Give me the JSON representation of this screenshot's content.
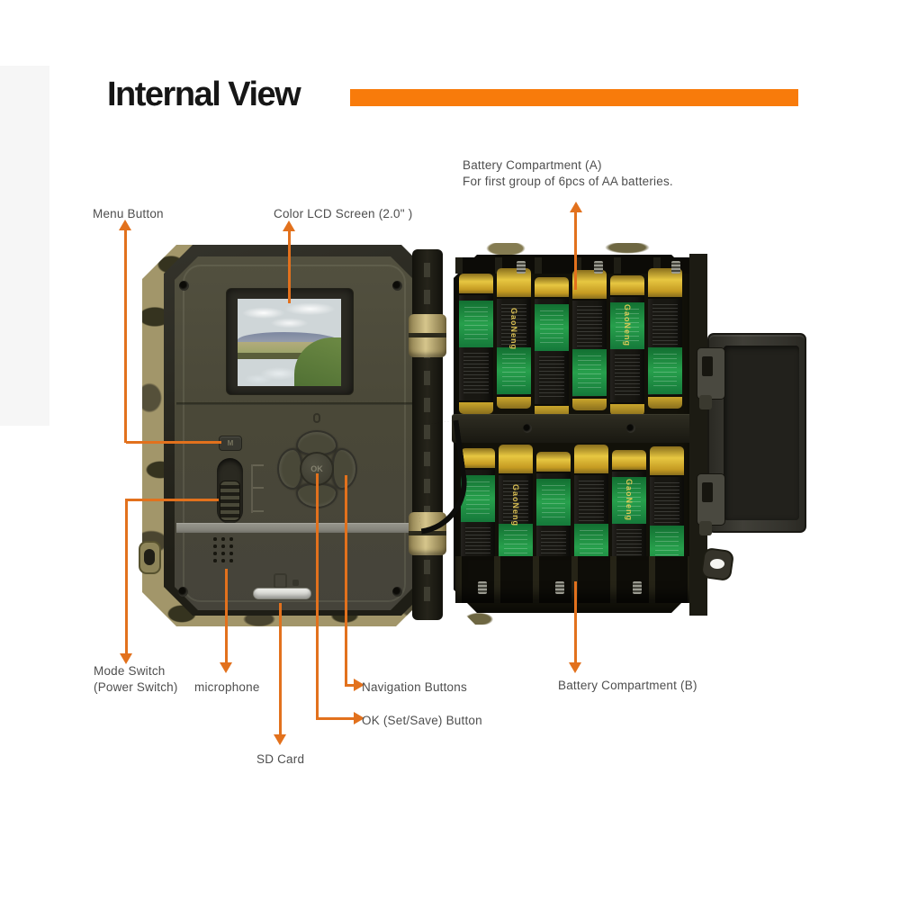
{
  "title": {
    "text": "Internal View"
  },
  "labels": {
    "menu_button": "Menu Button",
    "lcd_screen": "Color LCD Screen (2.0\" )",
    "battery_a_1": "Battery Compartment (A)",
    "battery_a_2": "For first group of 6pcs of AA batteries.",
    "mode_switch_1": "Mode Switch",
    "mode_switch_2": "(Power Switch)",
    "microphone": "microphone",
    "navigation_buttons": "Navigation Buttons",
    "ok_button": "OK (Set/Save) Button",
    "sd_card": "SD Card",
    "battery_b": "Battery Compartment (B)"
  },
  "device": {
    "menu_button_glyph": "M",
    "ok_button_glyph": "OK"
  },
  "batteries": {
    "rows": 2,
    "per_row": 6,
    "brand": "GaoNeng",
    "size": "AA"
  },
  "colors": {
    "accent_bar": "#F87B0B",
    "arrow": "#E2711D",
    "label_text": "#4E4E4E",
    "title_text": "#161616"
  }
}
